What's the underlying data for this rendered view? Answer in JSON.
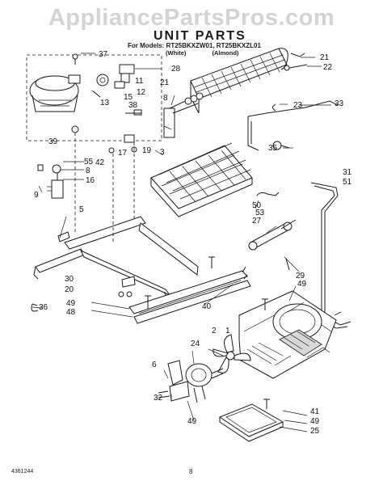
{
  "watermark": "AppliancePartsPros.com",
  "header": {
    "title": "UNIT PARTS",
    "models_line": "For Models: RT25BKXZW01, RT25BKXZL01",
    "variant_white": "(White)",
    "variant_almond": "(Almond)"
  },
  "footer": {
    "doc_number": "4361244",
    "page_number": "8"
  },
  "callouts": [
    "37",
    "28",
    "21",
    "22",
    "11",
    "12",
    "15",
    "13",
    "38",
    "21",
    "8",
    "23",
    "33",
    "39",
    "19",
    "17",
    "42",
    "3",
    "35",
    "55",
    "8",
    "16",
    "9",
    "31",
    "51",
    "5",
    "50",
    "53",
    "27",
    "29",
    "49",
    "30",
    "20",
    "40",
    "49",
    "48",
    "36",
    "1",
    "2",
    "24",
    "6",
    "32",
    "49",
    "41",
    "49",
    "25"
  ]
}
